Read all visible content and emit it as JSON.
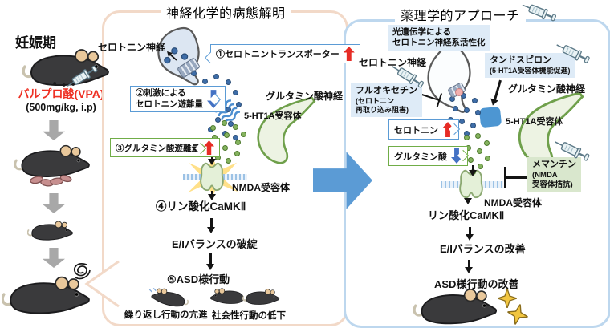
{
  "colors": {
    "red_arrow": "#E62C25",
    "blue_arrow": "#4472C4",
    "big_arrow": "#5B9BD5",
    "left_panel_border": "#F2D9C8",
    "right_panel_border": "#BDD7EE",
    "blue_box_border": "#5B9BD5",
    "green_box_border": "#70AD47",
    "light_blue_fill": "#DEEBF7",
    "light_green_fill": "#D9E7CD",
    "serotonin_dot": "#3E6DA8",
    "glutamate_dot": "#85B35F",
    "drug_name_red": "#EE3124",
    "mouse_body": "#3A3A3C",
    "sparkle_gold": "#F2C640"
  },
  "left_column": {
    "stage_label": "妊娠期",
    "drug_name": "バルプロ酸(VPA)",
    "drug_dose": "(500mg/kg, i.p)"
  },
  "left_panel": {
    "title": "神経化学的病態解明",
    "serotonin_neuron": "セロトニン神経",
    "glutamate_neuron": "グルタミン酸神経",
    "ht1a_receptor": "5-HT1A受容体",
    "nmda_receptor": "NMDA受容体",
    "finding1": "①セロトニントランスポーター",
    "finding2_line1": "②刺激による",
    "finding2_line2": "セロトニン遊離量",
    "finding3": "③グルタミン酸遊離量",
    "finding4": "④リン酸化CaMKⅡ",
    "ei_balance": "E/Iバランスの破綻",
    "finding5": "⑤ASD様行動",
    "behavior_repetitive": "繰り返し行動の亢進",
    "behavior_social": "社会性行動の低下"
  },
  "right_panel": {
    "title": "薬理学的アプローチ",
    "optogenetics_line1": "光遺伝学による",
    "optogenetics_line2": "セロトニン神経系活性化",
    "serotonin_neuron": "セロトニン神経",
    "glutamate_neuron": "グルタミン酸神経",
    "ht1a_receptor": "5-HT1A受容体",
    "nmda_receptor": "NMDA受容体",
    "fluoxetine_name": "フルオキセチン",
    "fluoxetine_desc1": "(セロトニン",
    "fluoxetine_desc2": "再取り込み阻害)",
    "tandospirone_name": "タンドスピロン",
    "tandospirone_desc": "(5-HT1A受容体機能促進)",
    "memantine_name": "メマンチン",
    "memantine_desc1": "(NMDA",
    "memantine_desc2": "受容体拮抗)",
    "serotonin_level": "セロトニン",
    "glutamate_level": "グルタミン酸",
    "camk2": "リン酸化CaMKⅡ",
    "ei_balance": "E/Iバランスの改善",
    "asd_outcome": "ASD様行動の改善"
  }
}
